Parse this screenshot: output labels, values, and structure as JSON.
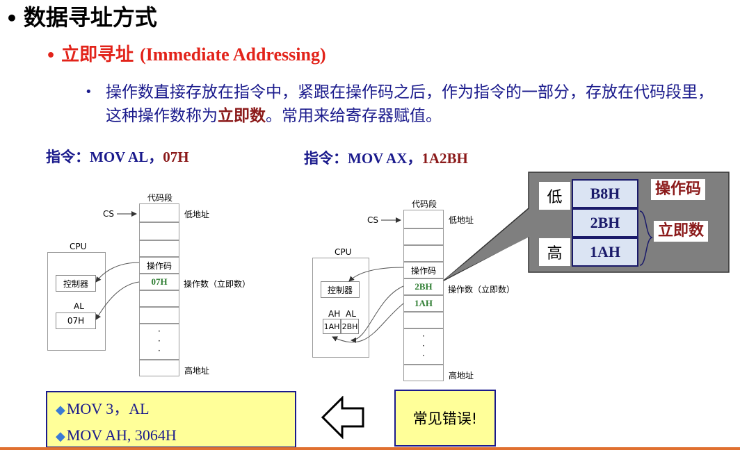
{
  "heading": {
    "bullet": "•",
    "title": "数据寻址方式"
  },
  "subheading": {
    "bullet": "•",
    "cn": "立即寻址",
    "en": "(Immediate Addressing)"
  },
  "description": {
    "bullet": "•",
    "part1": "操作数直接存放在指令中，紧跟在操作码之后，作为指令的一部分，存放在代码段里，这种操作数称为",
    "emphasis": "立即数",
    "part2": "。常用来给寄存器赋值。"
  },
  "example1": {
    "instr_label": "指令",
    "colon": "：",
    "op": "MOV  AL，",
    "operand": "07H",
    "diagram": {
      "segment_label": "代码段",
      "cs_label": "CS",
      "low_addr": "低地址",
      "high_addr": "高地址",
      "opcode_label": "操作码",
      "operand_label": "操作数（立即数）",
      "cpu_label": "CPU",
      "controller": "控制器",
      "reg_name": "AL",
      "reg_value": "07H",
      "immediate": "07H",
      "dots": "·"
    }
  },
  "example2": {
    "instr_label": "指令",
    "colon": "：",
    "op": "MOV  AX，",
    "operand": "1A2BH",
    "diagram": {
      "segment_label": "代码段",
      "cs_label": "CS",
      "low_addr": "低地址",
      "high_addr": "高地址",
      "opcode_label": "操作码",
      "operand_label": "操作数（立即数）",
      "cpu_label": "CPU",
      "controller": "控制器",
      "reg_ah": "AH",
      "reg_al": "AL",
      "ah_value": "1AH",
      "al_value": "2BH",
      "imm_low": "2BH",
      "imm_high": "1AH",
      "dots": "·"
    }
  },
  "callout": {
    "low": "低",
    "high": "高",
    "bytes": [
      "B8H",
      "2BH",
      "1AH"
    ],
    "opcode_label": "操作码",
    "immediate_label": "立即数"
  },
  "errors": {
    "diamond": "◆",
    "items": [
      "MOV  3，AL",
      "MOV  AH, 3064H"
    ],
    "warning": "常见错误!"
  },
  "colors": {
    "accent_red": "#e2231a",
    "dark_blue": "#1a1a8c",
    "dark_red": "#8b1a1a",
    "highlight_yellow": "#ffff99",
    "green": "#2e7d32"
  }
}
